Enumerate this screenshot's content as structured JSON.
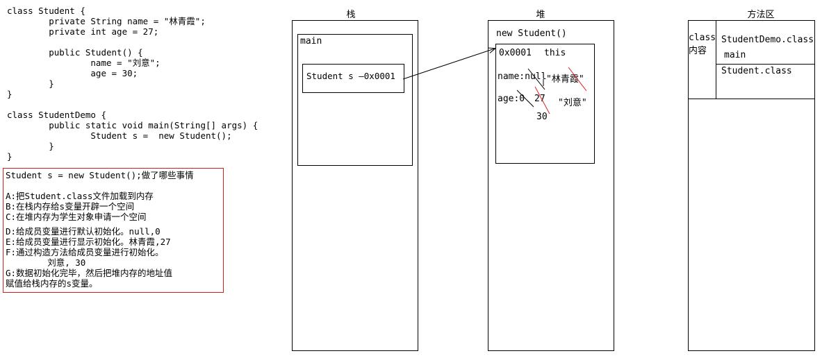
{
  "code_lines": [
    "class Student {",
    "        private String name = \"林青霞\";",
    "        private int age = 27;",
    "",
    "        public Student() {",
    "                name = \"刘意\";",
    "                age = 30;",
    "        }",
    "}",
    "",
    "class StudentDemo {",
    "        public static void main(String[] args) {",
    "                Student s =  new Student();",
    "        }",
    "}"
  ],
  "notes": {
    "title": "Student s = new Student();做了哪些事情",
    "steps": [
      "A:把Student.class文件加载到内存",
      "B:在栈内存给s变量开辟一个空间",
      "C:在堆内存为学生对象申请一个空间",
      "D:给成员变量进行默认初始化。null,0",
      "E:给成员变量进行显示初始化。林青霞,27",
      "F:通过构造方法给成员变量进行初始化。",
      "        刘意, 30",
      "G:数据初始化完毕，然后把堆内存的地址值",
      "赋值给栈内存的s变量。"
    ]
  },
  "stack": {
    "header": "栈",
    "frame_label": "main",
    "var_text": "Student s —0x0001"
  },
  "heap": {
    "header": "堆",
    "new_label": "new Student()",
    "address": "0x0001",
    "this_label": "this",
    "name_field": "name:null",
    "name_value": "\"林青霞\"",
    "age_field": "age:0",
    "age_value_27": "27",
    "age_value_liu": "\"刘意\"",
    "age_value_30": "30"
  },
  "method_area": {
    "header": "方法区",
    "class_label_1": "class",
    "class_label_2": "内容",
    "demo_class": "StudentDemo.class",
    "demo_main": "main",
    "student_class": "Student.class"
  },
  "colors": {
    "note_border": "#d02020",
    "strike_red": "#e02020"
  }
}
